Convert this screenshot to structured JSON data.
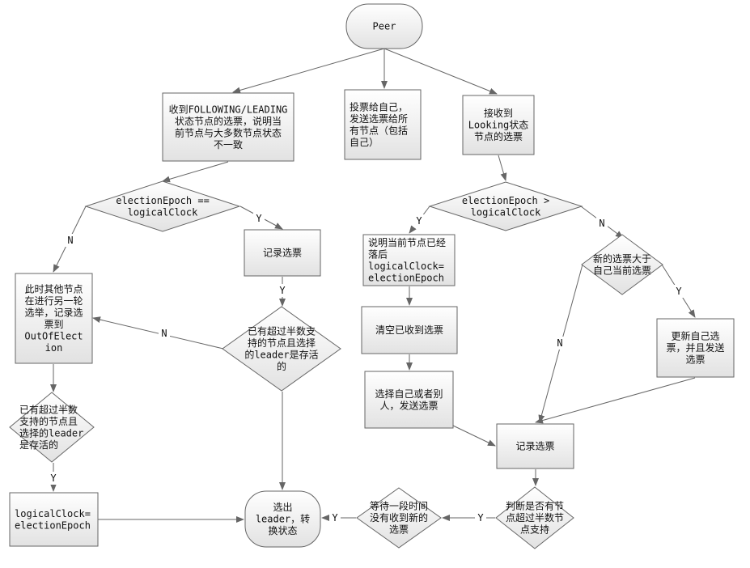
{
  "colors": {
    "box_fill_start": "#ffffff",
    "box_fill_end": "#e2e2e2",
    "stroke": "#666666",
    "arrow": "#666666",
    "text": "#111111",
    "background": "#ffffff"
  },
  "nodes": {
    "peer": "Peer",
    "receive_following": "收到FOLLOWING/LEADING\n状态节点的选票，说明当\n前节点与大多数节点状态\n不一致",
    "vote_self": "投票给自己，\n发送选票给所\n有节点（包括\n自己）",
    "receive_looking": "接收到\nLooking状态\n节点的选票",
    "decision_epoch_eq": "electionEpoch ==\nlogicalClock",
    "decision_epoch_gt": "electionEpoch >\nlogicalClock",
    "other_round": "此时其他节点\n在进行另一轮\n选举，记录选\n票到\nOutOfElect\nion",
    "record_vote_left": "记录选票",
    "decision_majority_mid": "已有超过半数支\n持的节点且选择\n的leader是存活\n的",
    "decision_majority_left": "已有超过半数\n支持的节点且\n选择的leader\n是存活的",
    "set_clock": "logicalClock=\nelectionEpoch",
    "elect_leader": "选出\nleader，转\n换状态",
    "behind": "说明当前节点已经\n落后\nlogicalClock=\nelectionEpoch",
    "clear_votes": "清空已收到选票",
    "choose_send": "选择自己或者别\n人，发送选票",
    "decision_new_bigger": "新的选票大于\n自己当前选票",
    "update_vote": "更新自己选\n票，并且发送\n选票",
    "record_vote_right": "记录选票",
    "decision_majority_right": "判断是否有节\n点超过半数节\n点支持",
    "decision_wait": "等待一段时间\n没有收到新的\n选票"
  },
  "edge_labels": {
    "eq_no": "N",
    "eq_yes": "Y",
    "record_left_yes": "Y",
    "majority_mid_no": "N",
    "majority_left_yes": "Y",
    "gt_yes": "Y",
    "gt_no": "N",
    "new_bigger_yes": "Y",
    "new_bigger_no": "N",
    "majority_right_yes": "Y",
    "wait_yes": "Y"
  }
}
